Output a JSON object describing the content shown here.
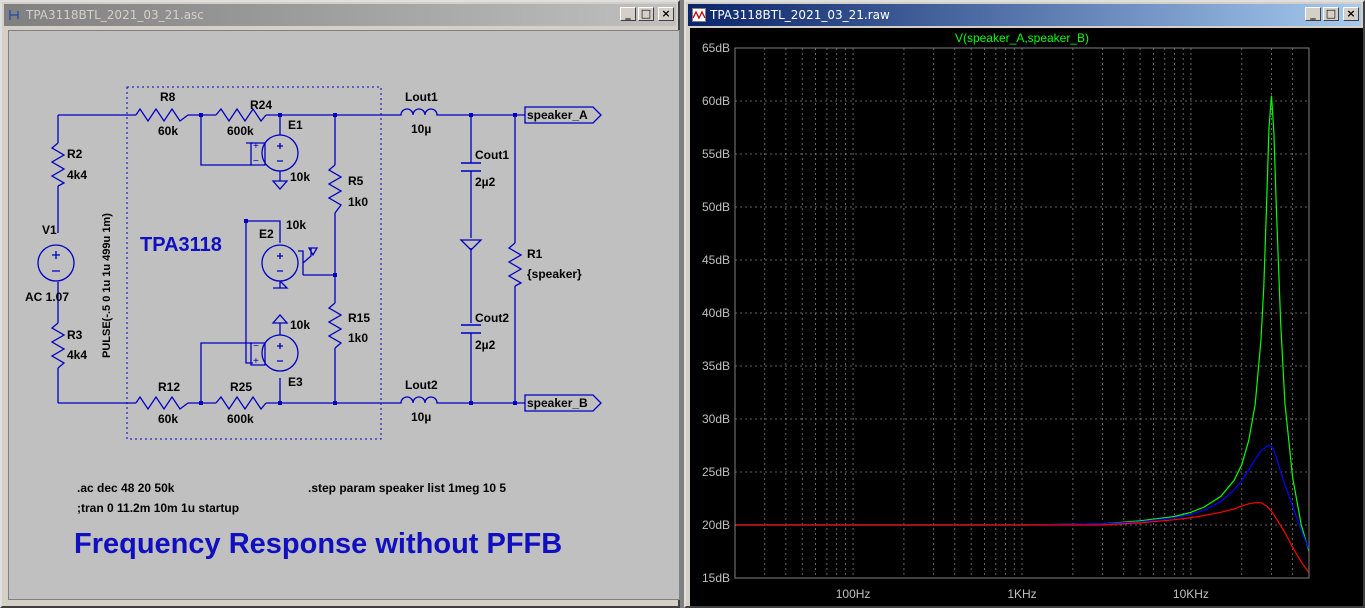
{
  "schematic_window": {
    "title": "TPA3118BTL_2021_03_21.asc",
    "minimize": "_",
    "restore": "□",
    "close": "×"
  },
  "plot_window": {
    "title": "TPA3118BTL_2021_03_21.raw",
    "minimize": "_",
    "restore": "□",
    "close": "×"
  },
  "schematic": {
    "components": {
      "r8": {
        "name": "R8",
        "value": "60k"
      },
      "r24": {
        "name": "R24",
        "value": "600k"
      },
      "r12": {
        "name": "R12",
        "value": "60k"
      },
      "r25": {
        "name": "R25",
        "value": "600k"
      },
      "r2": {
        "name": "R2",
        "value": "4k4"
      },
      "r3": {
        "name": "R3",
        "value": "4k4"
      },
      "r5": {
        "name": "R5",
        "value": "1k0"
      },
      "r15": {
        "name": "R15",
        "value": "1k0"
      },
      "r1": {
        "name": "R1",
        "value": "{speaker}"
      },
      "e1": {
        "name": "E1",
        "value": "10k"
      },
      "e2": {
        "name": "E2",
        "value": "10k"
      },
      "e3": {
        "name": "E3",
        "value": "10k"
      },
      "v1": {
        "name": "V1",
        "ac": "AC 1.07",
        "pulse": "PULSE(-.5 0 1u 1u 499u 1m)"
      },
      "lout1": {
        "name": "Lout1",
        "value": "10µ"
      },
      "lout2": {
        "name": "Lout2",
        "value": "10µ"
      },
      "cout1": {
        "name": "Cout1",
        "value": "2µ2"
      },
      "cout2": {
        "name": "Cout2",
        "value": "2µ2"
      }
    },
    "net_labels": {
      "a": "speaker_A",
      "b": "speaker_B"
    },
    "block_label": "TPA3118",
    "directives": {
      "ac": ".ac dec 48 20 50k",
      "tran": ";tran 0 11.2m 10m 1u startup",
      "step": ".step param speaker list 1meg 10 5"
    },
    "heading": "Frequency Response without PFFB",
    "heading_color": "#1010c0"
  },
  "chart_data": {
    "type": "line",
    "title": "V(speaker_A,speaker_B)",
    "x_scale": "log",
    "xlim": [
      20,
      50000
    ],
    "ylim": [
      15,
      65
    ],
    "grid": true,
    "x_ticks": [
      {
        "value": 100,
        "label": "100Hz"
      },
      {
        "value": 1000,
        "label": "1KHz"
      },
      {
        "value": 10000,
        "label": "10KHz"
      }
    ],
    "y_ticks": [
      {
        "value": 15,
        "label": "15dB"
      },
      {
        "value": 20,
        "label": "20dB"
      },
      {
        "value": 25,
        "label": "25dB"
      },
      {
        "value": 30,
        "label": "30dB"
      },
      {
        "value": 35,
        "label": "35dB"
      },
      {
        "value": 40,
        "label": "40dB"
      },
      {
        "value": 45,
        "label": "45dB"
      },
      {
        "value": 50,
        "label": "50dB"
      },
      {
        "value": 55,
        "label": "55dB"
      },
      {
        "value": 60,
        "label": "60dB"
      },
      {
        "value": 65,
        "label": "65dB"
      }
    ],
    "series": [
      {
        "color": "#00ff00",
        "x": [
          20,
          1000,
          3000,
          5000,
          8000,
          10000,
          12000,
          15000,
          18000,
          20000,
          22000,
          24000,
          26000,
          27000,
          28000,
          29000,
          30000,
          31000,
          32000,
          34000,
          36000,
          40000,
          45000,
          50000
        ],
        "y": [
          20,
          20,
          20.1,
          20.4,
          20.8,
          21.2,
          21.7,
          22.7,
          24.2,
          25.7,
          28,
          31.4,
          37.5,
          42.5,
          50,
          57.5,
          60.5,
          57,
          50,
          39,
          31.5,
          24.5,
          20,
          17.5
        ]
      },
      {
        "color": "#0000ff",
        "x": [
          20,
          1000,
          3000,
          5000,
          8000,
          10000,
          12000,
          15000,
          18000,
          20000,
          22000,
          24000,
          26000,
          28000,
          29000,
          30000,
          31000,
          32000,
          34000,
          36000,
          40000,
          45000,
          50000
        ],
        "y": [
          20,
          20,
          20.1,
          20.3,
          20.7,
          21,
          21.4,
          22.2,
          23.3,
          24.2,
          25.2,
          26.2,
          27,
          27.4,
          27.5,
          27.4,
          27,
          26.4,
          25,
          23.8,
          21.8,
          19.5,
          17.7
        ]
      },
      {
        "color": "#ff0000",
        "x": [
          20,
          1000,
          3000,
          5000,
          8000,
          10000,
          12000,
          15000,
          18000,
          20000,
          22000,
          24000,
          26000,
          28000,
          30000,
          32000,
          36000,
          40000,
          45000,
          50000
        ],
        "y": [
          20,
          20,
          20,
          20.2,
          20.5,
          20.7,
          20.9,
          21.2,
          21.5,
          21.8,
          22,
          22.1,
          22.1,
          21.8,
          21.3,
          20.6,
          19.3,
          17.9,
          16.5,
          15.5
        ]
      }
    ]
  }
}
